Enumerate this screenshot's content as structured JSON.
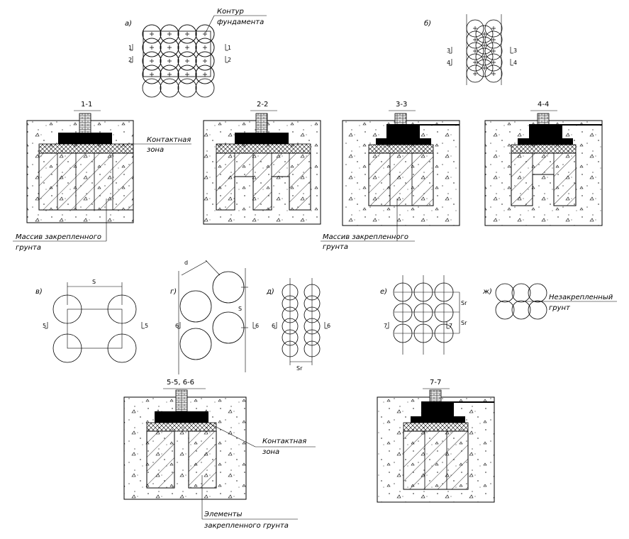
{
  "plan_letters": {
    "a": "а)",
    "b": "б)",
    "v": "в)",
    "g": "г)",
    "d": "д)",
    "e": "е)",
    "zh": "ж)"
  },
  "section_titles": {
    "s11": "1-1",
    "s22": "2-2",
    "s33": "3-3",
    "s44": "4-4",
    "s5566": "5-5, 6-6",
    "s77": "7-7"
  },
  "labels": {
    "kontur_1": "Контур",
    "kontur_2": "фундамента",
    "contact_zone_1": "Контактная",
    "contact_zone_2": "зона",
    "massiv_1": "Массив закрепленного",
    "massiv_2": "грунта",
    "massiv_b_1": "Массив закрепленного",
    "massiv_b_2": "грунта",
    "unfixed_1": "Незакрепленный",
    "unfixed_2": "грунт",
    "contact_zone_b_1": "Контактная",
    "contact_zone_b_2": "зона",
    "elements_1": "Элементы",
    "elements_2": "закрепленного грунта"
  },
  "dims": {
    "s": "S",
    "s_g": "S",
    "d_g": "d",
    "s_d": "Sr",
    "s_e1": "Sr",
    "s_e2": "Sr"
  },
  "cuts": {
    "c1": "1",
    "c2": "2",
    "c3": "3",
    "c4": "4",
    "c5": "5",
    "c6": "6",
    "c7": "7"
  }
}
